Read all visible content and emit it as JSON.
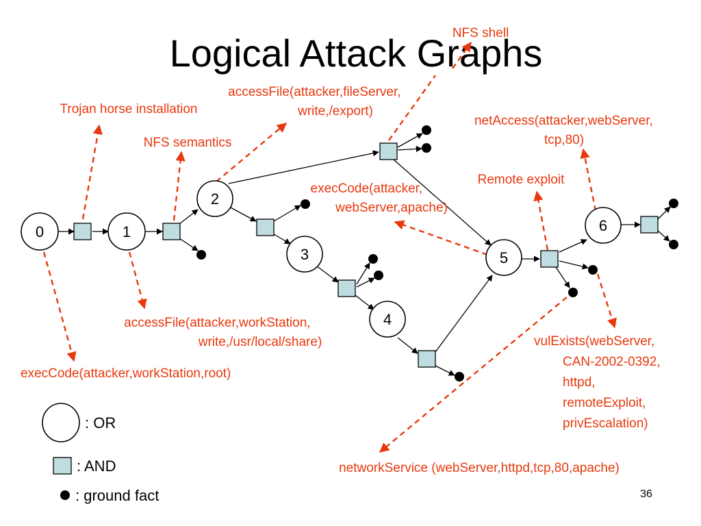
{
  "title": "Logical Attack Graphs",
  "page_number": "36",
  "colors": {
    "annotation": "#e8380d",
    "and_fill": "#bfdde0",
    "edge": "#000000"
  },
  "nodes": {
    "n0": "0",
    "n1": "1",
    "n2": "2",
    "n3": "3",
    "n4": "4",
    "n5": "5",
    "n6": "6"
  },
  "annotations": {
    "nfs_shell": [
      "NFS shell"
    ],
    "trojan": [
      "Trojan horse installation"
    ],
    "nfs_semantics": [
      "NFS semantics"
    ],
    "access_file_server": [
      "accessFile(attacker,fileServer,",
      "write,/export)"
    ],
    "net_access": [
      "netAccess(attacker,webServer,",
      "tcp,80)"
    ],
    "exec_webserver": [
      "execCode(attacker,",
      "webServer,apache)"
    ],
    "remote_exploit": [
      "Remote exploit"
    ],
    "access_file_ws": [
      "accessFile(attacker,workStation,",
      "write,/usr/local/share)"
    ],
    "exec_ws_root": [
      "execCode(attacker,workStation,root)"
    ],
    "vul_exists": [
      "vulExists(webServer,",
      "CAN-2002-0392,",
      "httpd,",
      "remoteExploit,",
      "privEscalation)"
    ],
    "network_service": [
      "networkService (webServer,httpd,tcp,80,apache)"
    ]
  },
  "legend": {
    "or_label": ": OR",
    "and_label": ": AND",
    "fact_label": ": ground fact"
  }
}
